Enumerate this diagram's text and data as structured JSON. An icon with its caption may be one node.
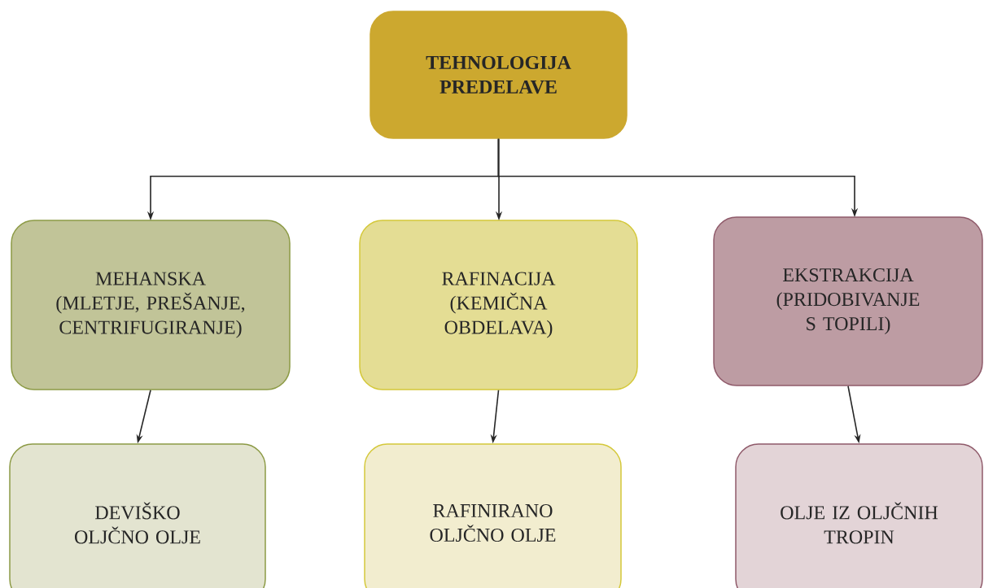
{
  "diagram": {
    "nodes": [
      {
        "text": [
          "TEHNOLOGIJA PREDELAVE"
        ]
      },
      {
        "text": [
          "MEHANSKA (MLETJE, PREŠANJE, CENTRIFUGIRANJE)"
        ]
      },
      {
        "text": [
          "RAFINACIJA (KEMIČNA OBDELAVA)"
        ]
      },
      {
        "text": [
          "EKSTRAKCIJA (PRIDOBIVANJE S TOPILI)"
        ]
      },
      {
        "text": [
          "DEVIŠKO OLJČNO OLJE"
        ]
      },
      {
        "text": [
          "RAFINIRANO OLJČNO OLJE"
        ]
      },
      {
        "text": [
          "OLJE IZ OLJČNIH TROPIN"
        ]
      }
    ],
    "edges": [
      {
        "from": 0,
        "to": 1,
        "arrow": "to"
      },
      {
        "from": 0,
        "to": 2,
        "arrow": "to"
      },
      {
        "from": 0,
        "to": 3,
        "arrow": "to"
      },
      {
        "from": 1,
        "to": 4,
        "arrow": "to"
      },
      {
        "from": 2,
        "to": 5,
        "arrow": "to"
      },
      {
        "from": 3,
        "to": 6,
        "arrow": "to"
      }
    ]
  }
}
